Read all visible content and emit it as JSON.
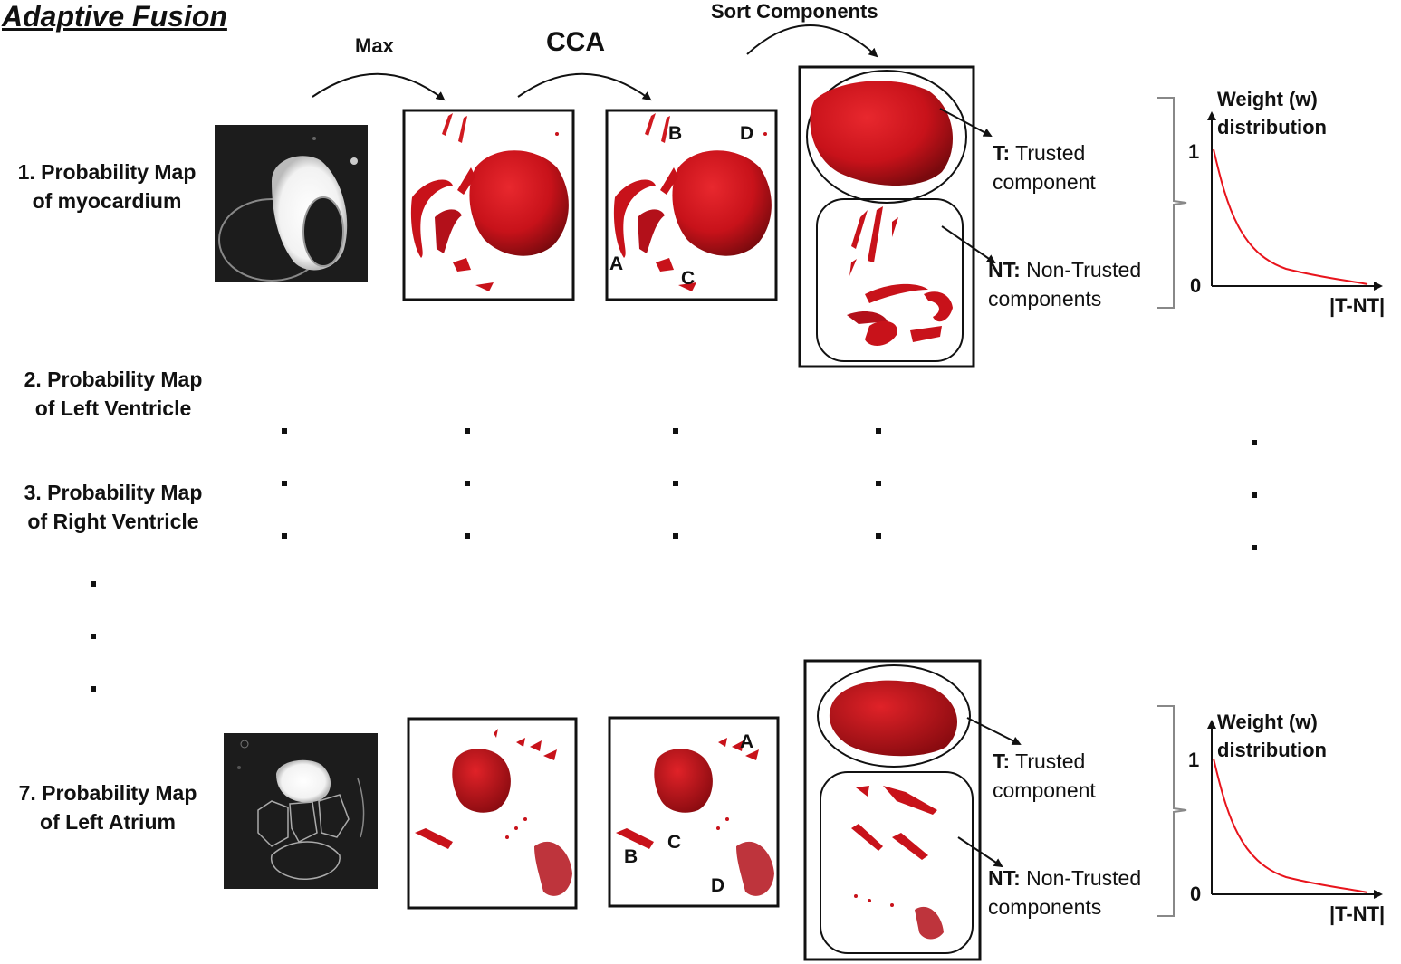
{
  "title": "Adaptive Fusion",
  "steps": {
    "max": "Max",
    "cca": "CCA",
    "sort": "Sort Components"
  },
  "rows": [
    {
      "line1": "1. Probability Map",
      "line2": "of myocardium"
    },
    {
      "line1": "2. Probability Map",
      "line2": "of Left Ventricle"
    },
    {
      "line1": "3. Probability Map",
      "line2": "of Right Ventricle"
    },
    {
      "line1": "7. Probability Map",
      "line2": "of Left Atrium"
    }
  ],
  "cca_labels_top": [
    "A",
    "B",
    "C",
    "D"
  ],
  "cca_labels_bottom": [
    "A",
    "B",
    "C",
    "D"
  ],
  "components": {
    "trusted_key": "T:",
    "trusted_word": "Trusted",
    "trusted_line2": "component",
    "nontrusted_key": "NT:",
    "nontrusted_word": "Non-Trusted",
    "nontrusted_line2": "components"
  },
  "weight_plot": {
    "title_line1": "Weight (w)",
    "title_line2": "distribution",
    "y_top": "1",
    "y_bottom": "0",
    "x_label": "|T-NT|",
    "curve_color": "#e8141c"
  },
  "colors": {
    "heart_red": "#c8121a",
    "heart_dark": "#7a0a0e",
    "probmap_bg": "#1c1c1c"
  }
}
